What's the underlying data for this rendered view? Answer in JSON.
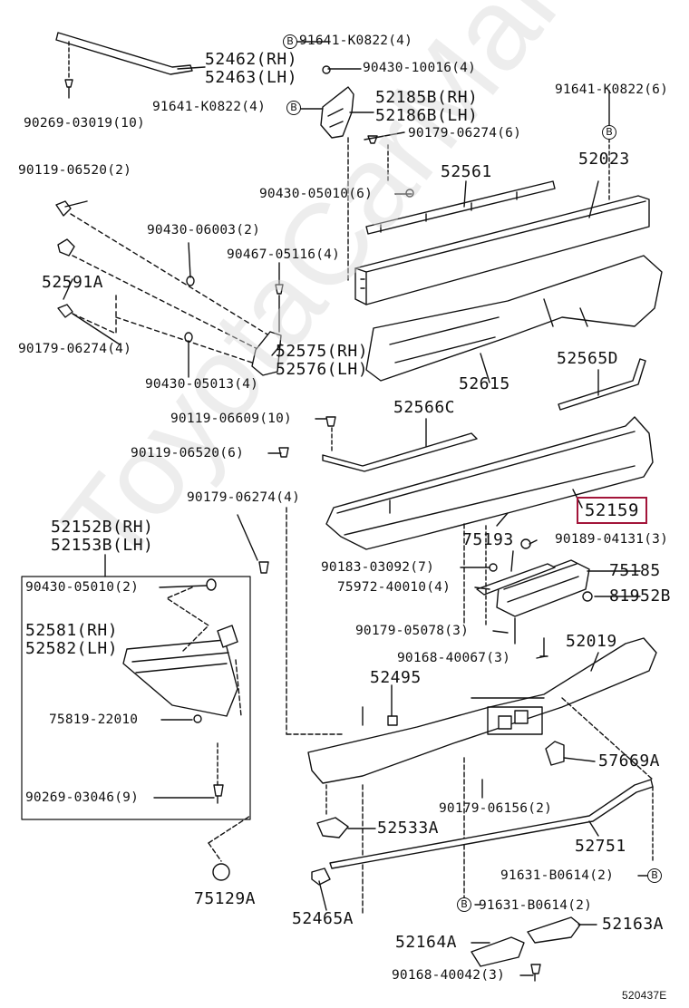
{
  "watermark": "ToyotaCarMart.ru",
  "diagram_code": "520437E",
  "highlighted_part": "52159",
  "ref_marker": "B",
  "labels": {
    "p91641_k0822_4_top": "91641-K0822(4)",
    "p90430_10016": "90430-10016(4)",
    "p52462": "52462(RH)",
    "p52463": "52463(LH)",
    "p90269_03019": "90269-03019(10)",
    "p91641_k0822_4_mid": "91641-K0822(4)",
    "p52185b": "52185B(RH)",
    "p52186b": "52186B(LH)",
    "p91641_k0822_6": "91641-K0822(6)",
    "p90179_06274_6": "90179-06274(6)",
    "p90119_06520_2": "90119-06520(2)",
    "p52561": "52561",
    "p52023": "52023",
    "p90430_05010_6": "90430-05010(6)",
    "p90430_06003": "90430-06003(2)",
    "p90467_05116": "90467-05116(4)",
    "p52591a": "52591A",
    "p90179_06274_4a": "90179-06274(4)",
    "p52575": "52575(RH)",
    "p52576": "52576(LH)",
    "p90430_05013": "90430-05013(4)",
    "p52615": "52615",
    "p52565d": "52565D",
    "p90119_06609": "90119-06609(10)",
    "p52566c": "52566C",
    "p90119_06520_6": "90119-06520(6)",
    "p90179_06274_4b": "90179-06274(4)",
    "p52152b": "52152B(RH)",
    "p52153b": "52153B(LH)",
    "p75193": "75193",
    "p90189_04131": "90189-04131(3)",
    "p90183_03092": "90183-03092(7)",
    "p75185": "75185",
    "p75972_40010": "75972-40010(4)",
    "p81952b": "81952B",
    "p90430_05010_2": "90430-05010(2)",
    "p52581": "52581(RH)",
    "p52582": "52582(LH)",
    "p90179_05078": "90179-05078(3)",
    "p90168_40067": "90168-40067(3)",
    "p52019": "52019",
    "p52495": "52495",
    "p75819_22010": "75819-22010",
    "p57669a": "57669A",
    "p90269_03046": "90269-03046(9)",
    "p90179_06156": "90179-06156(2)",
    "p52533a": "52533A",
    "p52751": "52751",
    "p91631_b0614_a": "91631-B0614(2)",
    "p75129a": "75129A",
    "p91631_b0614_b": "91631-B0614(2)",
    "p52465a": "52465A",
    "p52164a": "52164A",
    "p52163a": "52163A",
    "p90168_40042": "90168-40042(3)"
  }
}
